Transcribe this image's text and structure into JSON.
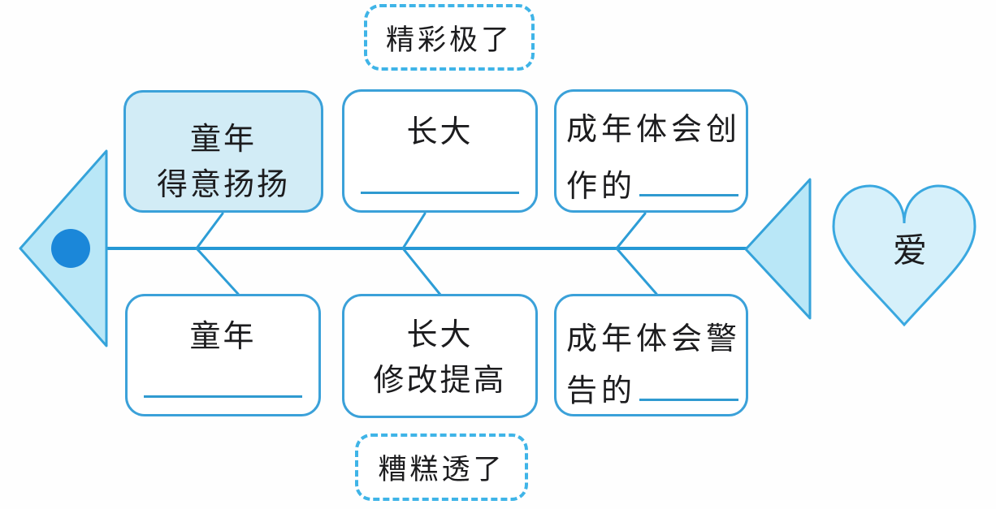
{
  "banners": {
    "top": "精彩极了",
    "bottom": "糟糕透了"
  },
  "heart": {
    "label": "爱"
  },
  "boxes": {
    "top_left": {
      "line1": "童年",
      "line2": "得意扬扬"
    },
    "top_mid": {
      "line1": "长大",
      "blank": true
    },
    "top_right": {
      "line1": "成年体会创",
      "line2_prefix": "作的",
      "blank": true
    },
    "bottom_left": {
      "line1": "童年",
      "blank": true
    },
    "bottom_mid": {
      "line1": "长大",
      "line2": "修改提高"
    },
    "bottom_right": {
      "line1": "成年体会警",
      "line2_prefix": "告的",
      "blank": true
    }
  },
  "colors": {
    "box_border": "#3ba1d9",
    "box_fill_highlight": "#d2ecf6",
    "dashed_border": "#3fb4e7",
    "spine": "#2498d5",
    "branch": "#2d9dd6",
    "head_tail_fill": "#b9e7f7",
    "eye": "#1b87d9",
    "heart_fill": "#d6f0fa",
    "blank_line": "#2f9ad0",
    "text": "#1c1c1e"
  }
}
